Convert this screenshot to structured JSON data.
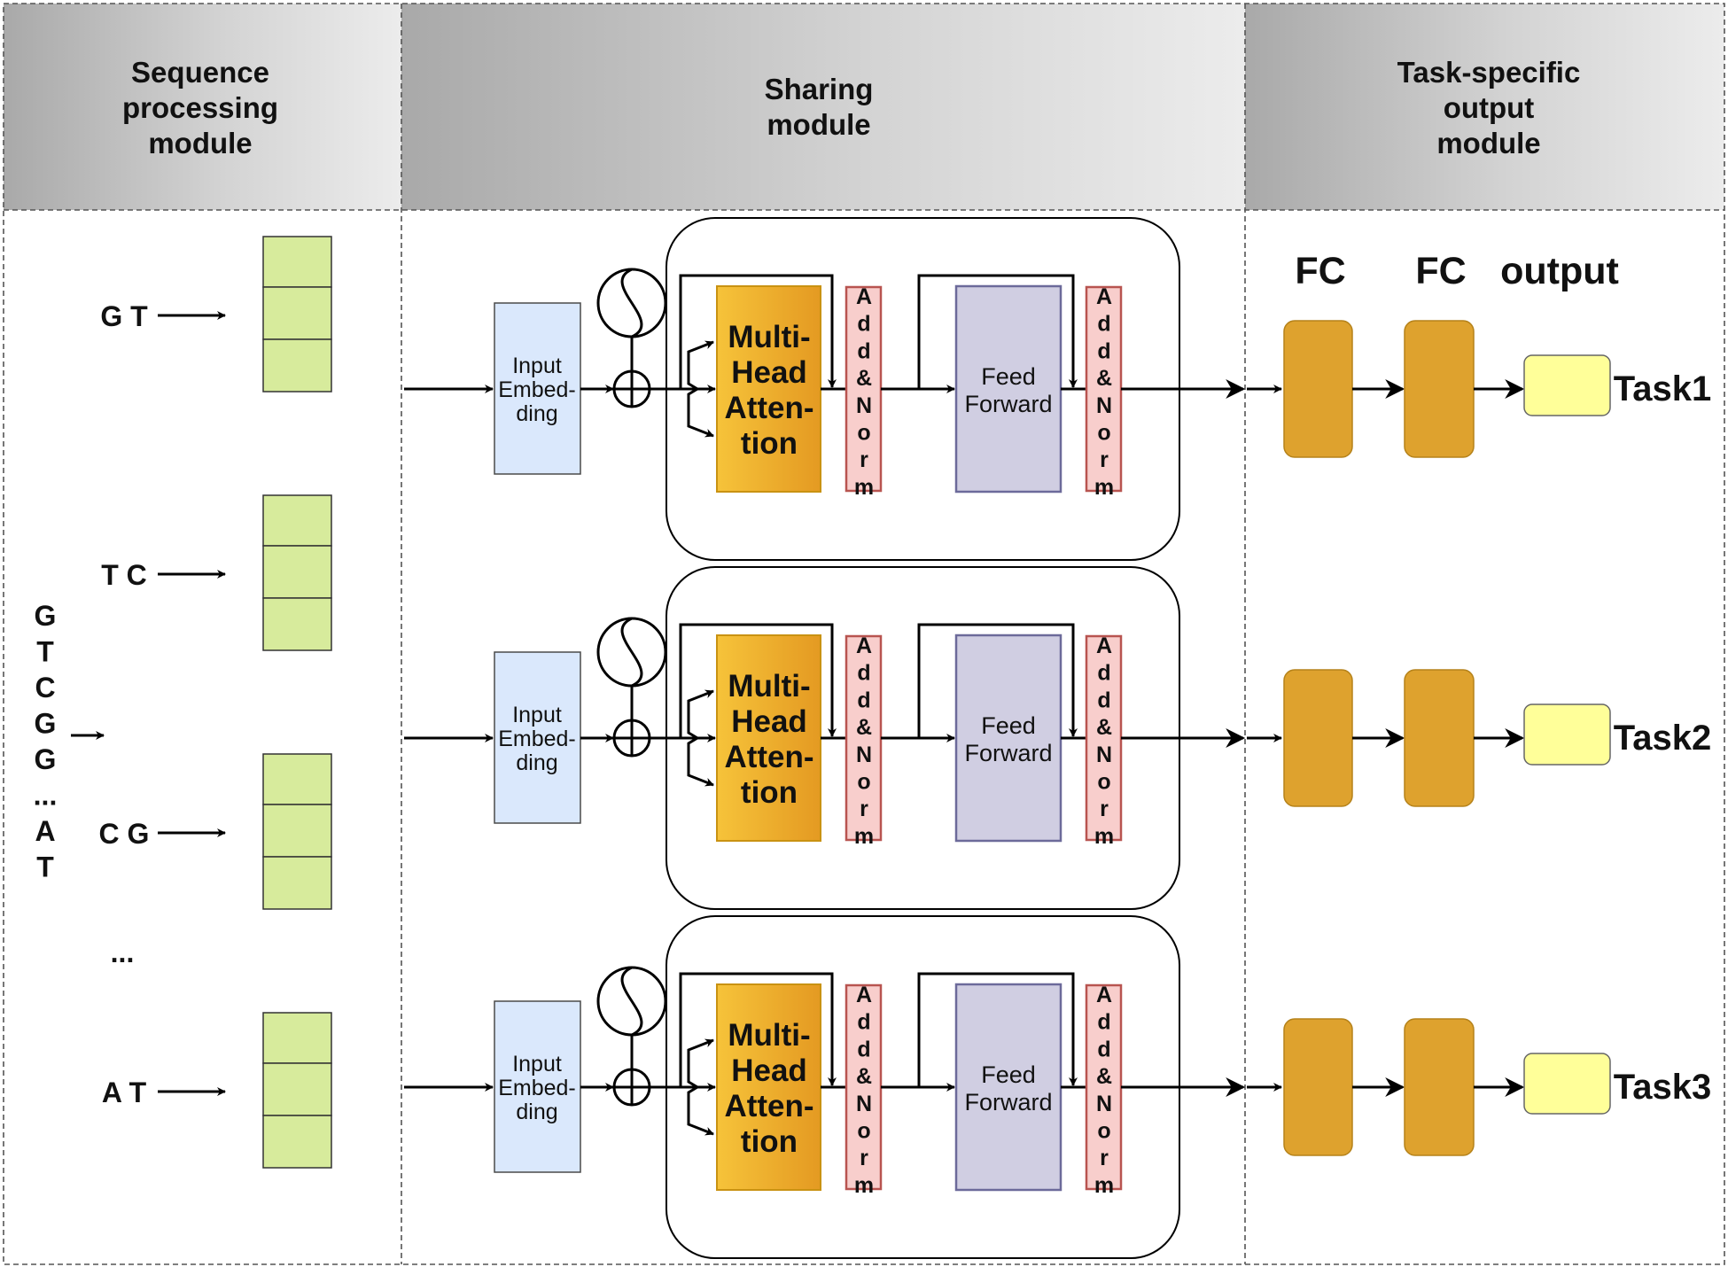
{
  "headers": {
    "left": [
      "Sequence",
      "processing",
      "module"
    ],
    "middle": [
      "Sharing",
      "module"
    ],
    "right": [
      "Task-specific",
      "output",
      "module"
    ]
  },
  "sequence": {
    "vertical_letters": [
      "G",
      "T",
      "C",
      "G",
      "G",
      "...",
      "A",
      "T"
    ],
    "kmers": [
      "G T",
      "T C",
      "C G",
      "A T"
    ],
    "ellipsis": "..."
  },
  "blocks": {
    "input_embedding": [
      "Input",
      "Embed-",
      "ding"
    ],
    "multi_head_attention": [
      "Multi-",
      "Head",
      "Atten-",
      "tion"
    ],
    "add_norm": [
      "A",
      "d",
      "d",
      "&",
      "N",
      "o",
      "r",
      "m"
    ],
    "feed_forward": [
      "Feed",
      "Forward"
    ]
  },
  "output_module": {
    "fc1_label": "FC",
    "fc2_label": "FC",
    "output_label": "output",
    "tasks": [
      "Task1",
      "Task2",
      "Task3"
    ]
  },
  "colors": {
    "header_bg": "#c4c4c4",
    "kmer_box": "#d7eb9c",
    "embedding": "#dae8fc",
    "attention": "#f0b22a",
    "add_norm_fill": "#f8cecc",
    "add_norm_stroke": "#b85450",
    "feed_forward": "#d0cee2",
    "fc": "#dea22e",
    "output_box": "#ffff99"
  }
}
